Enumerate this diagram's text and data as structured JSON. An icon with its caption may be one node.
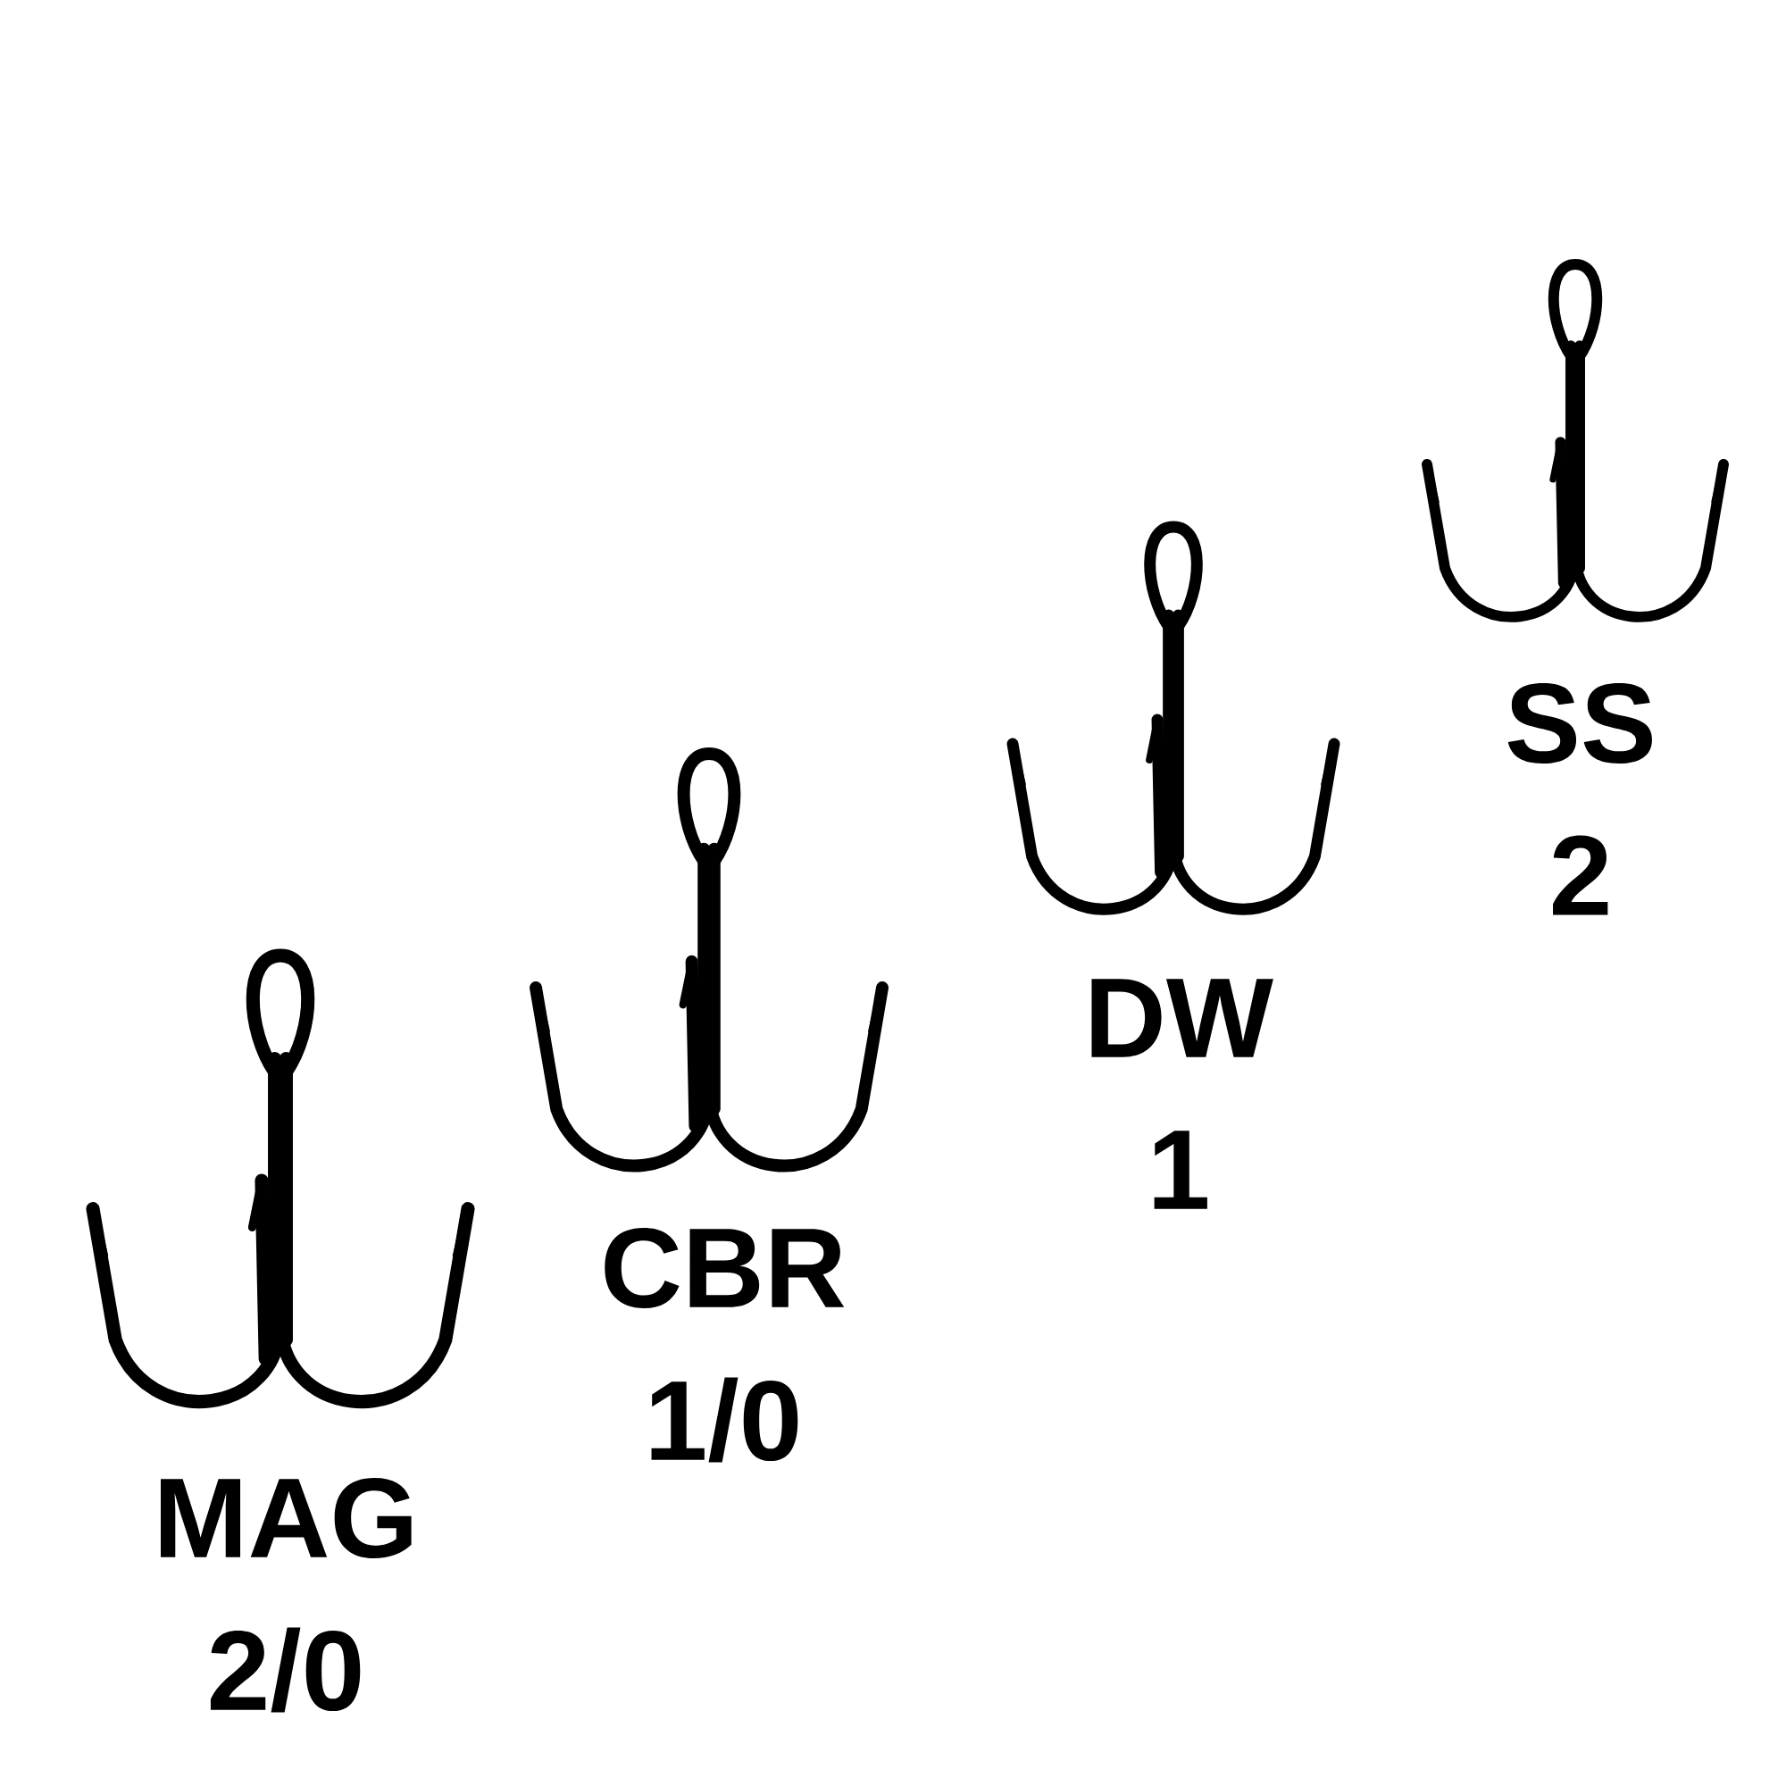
{
  "diagram": {
    "labels": [
      "MAG",
      "2/0",
      "CBR",
      "1/0",
      "DW",
      "1",
      "SS",
      "2"
    ]
  }
}
